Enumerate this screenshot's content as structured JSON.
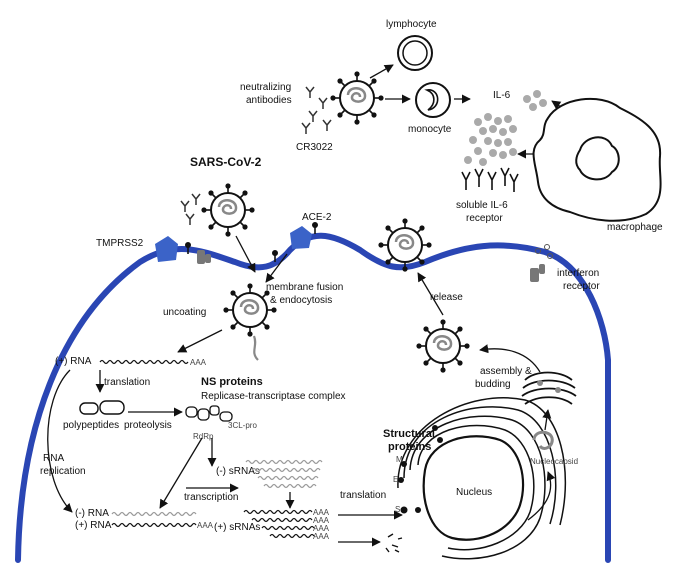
{
  "labels": {
    "lymphocyte": "lymphocyte",
    "neutralizing": "neutralizing",
    "antibodies": "antibodies",
    "cr3022": "CR3022",
    "monocyte": "monocyte",
    "il6": "IL-6",
    "soluble_il6": "soluble IL-6",
    "receptor": "receptor",
    "macrophage": "macrophage",
    "sars": "SARS-CoV-2",
    "tmprss2": "TMPRSS2",
    "ace2": "ACE-2",
    "membrane_fusion": "membrane fusion",
    "endocytosis": "& endocytosis",
    "uncoating": "uncoating",
    "release": "release",
    "interferon": "interferon",
    "interferon_receptor": "receptor",
    "plus_rna": "(+) RNA",
    "aaa": "AAA",
    "translation_top": "translation",
    "ns_proteins": "NS proteins",
    "replicase": "Replicase-transcriptase complex",
    "polypeptides": "polypeptides",
    "proteolysis": "proteolysis",
    "rdrp": "RdRp",
    "threecl": "3CL-pro",
    "rna": "RNA",
    "replication": "replication",
    "minus_srnas": "(-) sRNAs",
    "transcription": "transcription",
    "plus_srnas": "(+) sRNAs",
    "minus_rna": "(-) RNA",
    "plus_rna2": "(+) RNA",
    "translation_bottom": "translation",
    "structural": "Structural",
    "proteins": "proteins",
    "m": "M",
    "e": "E",
    "s": "S",
    "nucleus": "Nucleus",
    "nucleocapsid": "Nucleocapsid",
    "assembly": "assembly &",
    "budding": "budding"
  },
  "colors": {
    "membrane": "#2a46b4",
    "receptor": "#3b63c8",
    "dot": "#aaaaaa",
    "ink": "#111111"
  }
}
